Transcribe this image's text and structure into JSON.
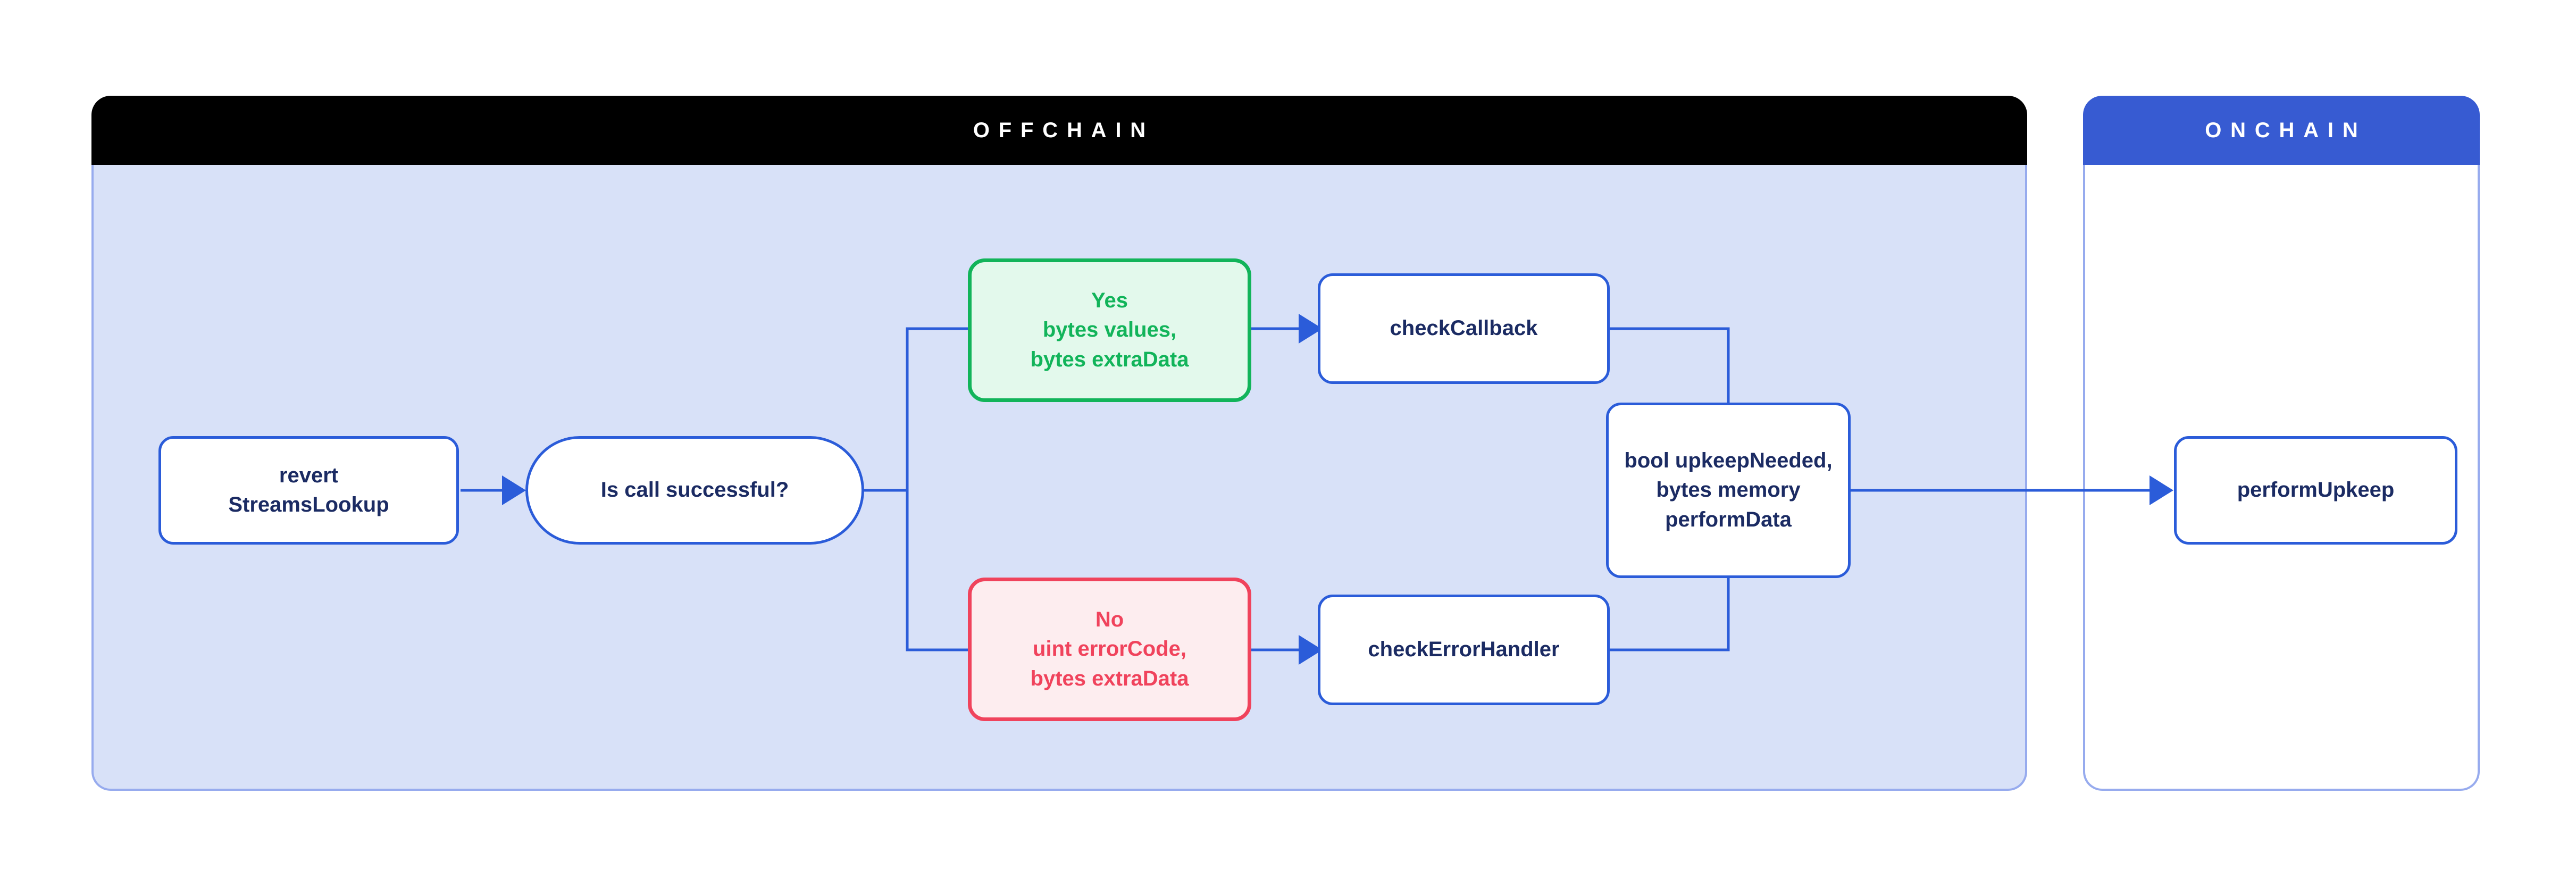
{
  "panels": {
    "offchain": {
      "title": "OFFCHAIN"
    },
    "onchain": {
      "title": "ONCHAIN"
    }
  },
  "nodes": {
    "revert_streams_lookup": {
      "lines": [
        "revert",
        "StreamsLookup"
      ]
    },
    "is_call_successful": {
      "lines": [
        "Is call successful?"
      ]
    },
    "yes_branch": {
      "lines": [
        "Yes",
        "bytes values,",
        "bytes extraData"
      ]
    },
    "check_callback": {
      "lines": [
        "checkCallback"
      ]
    },
    "no_branch": {
      "lines": [
        "No",
        "uint errorCode,",
        "bytes extraData"
      ]
    },
    "check_error_handler": {
      "lines": [
        "checkErrorHandler"
      ]
    },
    "upkeep_result": {
      "lines": [
        "bool upkeepNeeded,",
        "bytes memory",
        "performData"
      ]
    },
    "perform_upkeep": {
      "lines": [
        "performUpkeep"
      ]
    }
  },
  "colors": {
    "offchain_header_bg": "#000000",
    "onchain_header_bg": "#375bd2",
    "offchain_body_bg": "#d8e1f8",
    "panel_border": "#97abee",
    "node_border": "#2b5cd9",
    "node_text": "#1b2b63",
    "connector": "#2b5cd9",
    "yes_color": "#12b45a",
    "yes_bg": "#e3f9ec",
    "no_color": "#f0435c",
    "no_bg": "#fdedef"
  }
}
